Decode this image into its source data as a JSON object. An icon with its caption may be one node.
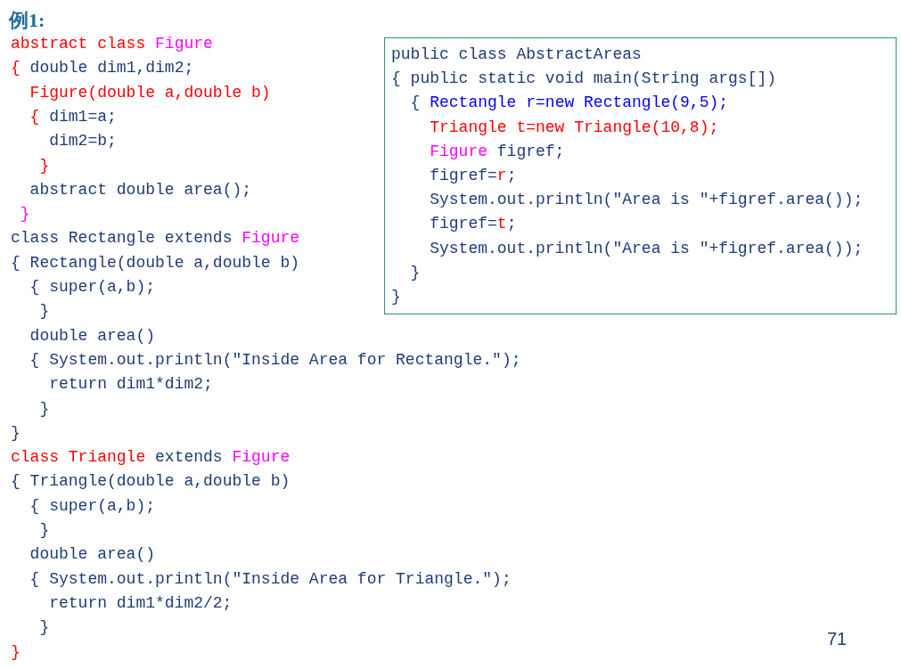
{
  "diagram": {
    "title": "例1:",
    "nodes": [
      {
        "text": [
          "public class AbstractAreas",
          "{ public static void main(String args[])",
          "{ Rectangle r=new Rectangle(9,5);",
          "Triangle t=new Triangle(10,8);",
          "Figure figref;",
          "figref=r;",
          "System.out.println(\"Area is \"+figref.area());",
          "figref=t;",
          "System.out.println(\"Area is \"+figref.area());",
          "}",
          "}"
        ]
      }
    ],
    "labels": [
      "abstract class Figure",
      "{ double dim1,dim2;",
      "Figure(double a,double b)",
      "{ dim1=a;",
      "dim2=b;",
      "}",
      "abstract double area();",
      "}",
      "class Rectangle extends Figure",
      "{ Rectangle(double a,double b)",
      "{ super(a,b);",
      "}",
      "double area()",
      "{ System.out.println(\"Inside Area for Rectangle.\");",
      "return dim1*dim2;",
      "}",
      "}",
      "class Triangle extends Figure",
      "{ Triangle(double a,double b)",
      "{ super(a,b);",
      "}",
      "double area()",
      "{ System.out.println(\"Inside Area for Triangle.\");",
      "return dim1*dim2/2;",
      "}",
      "}",
      "71"
    ]
  }
}
